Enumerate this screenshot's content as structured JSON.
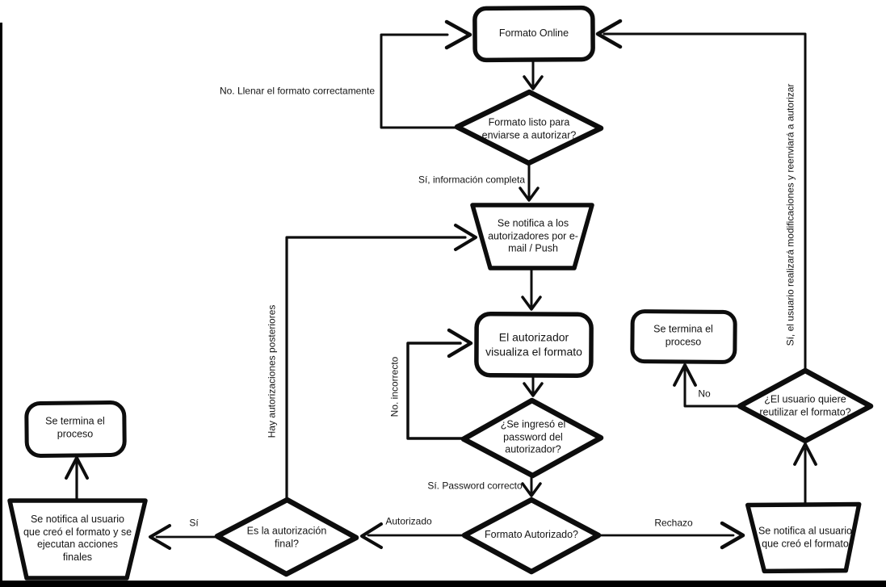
{
  "diagram": {
    "nodes": {
      "formato_online": "Formato Online",
      "listo_enviar": "Formato listo para enviarse a autorizar?",
      "notifica_autorizadores": "Se notifica a los autorizadores por e-mail / Push",
      "autorizador_visualiza": "El autorizador visualiza el formato",
      "ingreso_password": "¿Se ingresó el password del autorizador?",
      "formato_autorizado": "Formato Autorizado?",
      "autorizacion_final": "Es la autorización final?",
      "notifica_usuario_final": "Se notifica al usuario que creó el formato y se ejecutan acciones finales",
      "termina_proceso_izq": "Se termina el proceso",
      "notifica_usuario_rechazo": "Se notifica al usuario que creó el formato",
      "reutilizar_formato": "¿El usuario quiere reutilizar el formato?",
      "termina_proceso_der": "Se termina el proceso"
    },
    "edge_labels": {
      "no_llenar": "No. Llenar el formato correctamente",
      "si_info_completa": "Sí, información completa",
      "no_incorrecto": "No. incorrecto",
      "si_password": "Sí. Password correcto",
      "autorizado": "Autorizado",
      "rechazo": "Rechazo",
      "si_final": "Sí",
      "hay_autorizaciones": "Hay autorizaciones posteriores",
      "no_reutilizar": "No",
      "si_reenviar": "Sí, el usuario realizará modificaciones y reenviará a autorizar"
    },
    "colors": {
      "stroke": "#0d0d0d",
      "background": "#ffffff"
    }
  }
}
